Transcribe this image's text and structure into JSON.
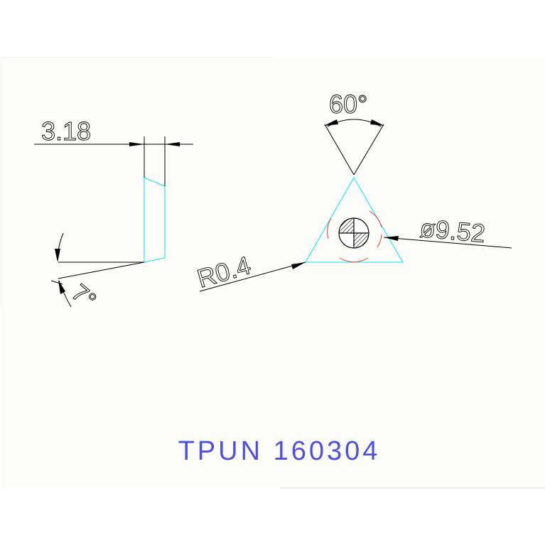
{
  "drawing": {
    "thickness_label": "3.18",
    "clearance_label": "7°",
    "angle_label": "60°",
    "radius_label": "R0.4",
    "diameter_label": "ø9.52",
    "designation": "TPUN 160304"
  },
  "colors": {
    "background": "#fcfcf8",
    "line": "#000000",
    "insert_outline": "#00e5ff",
    "hole_circle": "#ff3030",
    "designation": "#5050e0"
  }
}
